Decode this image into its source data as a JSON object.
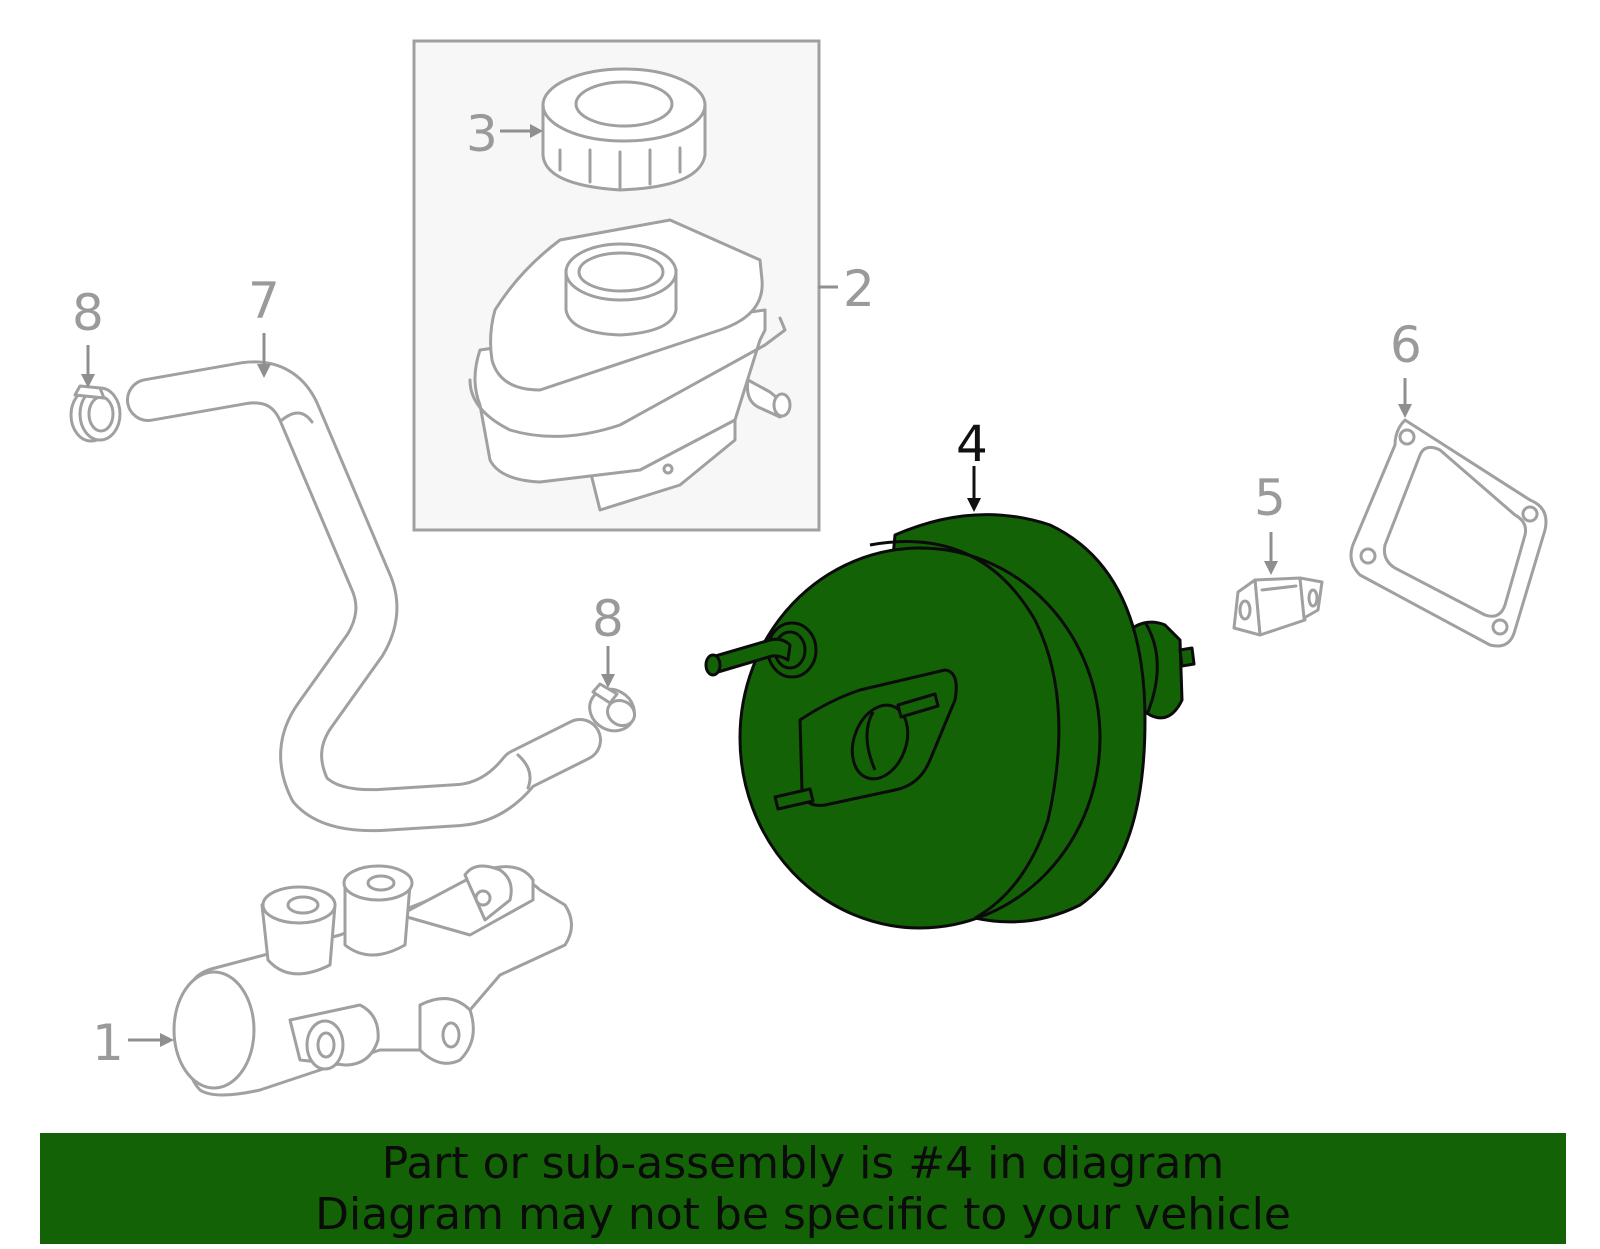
{
  "callouts": {
    "c1": "1",
    "c2": "2",
    "c3": "3",
    "c4": "4",
    "c5": "5",
    "c6": "6",
    "c7": "7",
    "c8a": "8",
    "c8b": "8"
  },
  "highlighted_part": "4",
  "colors": {
    "highlight": "#136306",
    "line_art": "#a0a0a0",
    "banner": "#136306"
  },
  "banner": {
    "line1": "Part or sub-assembly is #4 in diagram",
    "line2": "Diagram may not be specific to your vehicle"
  }
}
